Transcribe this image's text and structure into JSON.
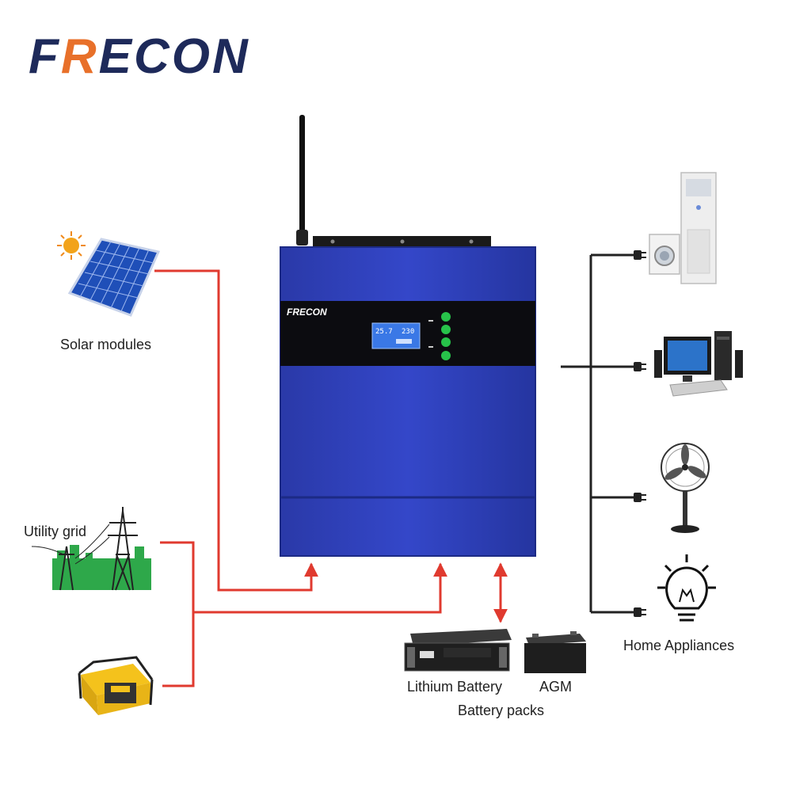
{
  "brand": {
    "logo_text": "FRECON",
    "logo_color": "#1e2a5a",
    "accent_color": "#e8702a"
  },
  "inverter": {
    "panel_brand": "FRECON",
    "body_color": "#2e3fb8",
    "lcd_left": "25.7",
    "lcd_right": "230"
  },
  "labels": {
    "solar": "Solar modules",
    "grid": "Utility grid",
    "lithium": "Lithium Battery",
    "agm": "AGM",
    "battery_packs": "Battery packs",
    "home": "Home Appliances"
  },
  "colors": {
    "input_line": "#e03a2f",
    "output_line": "#222222"
  },
  "icons": [
    "sun-icon",
    "solar-panel-icon",
    "transmission-tower-icon",
    "generator-icon",
    "lithium-battery-icon",
    "agm-battery-icon",
    "air-conditioner-icon",
    "washing-machine-icon",
    "desktop-computer-icon",
    "standing-fan-icon",
    "light-bulb-icon",
    "antenna-icon"
  ]
}
